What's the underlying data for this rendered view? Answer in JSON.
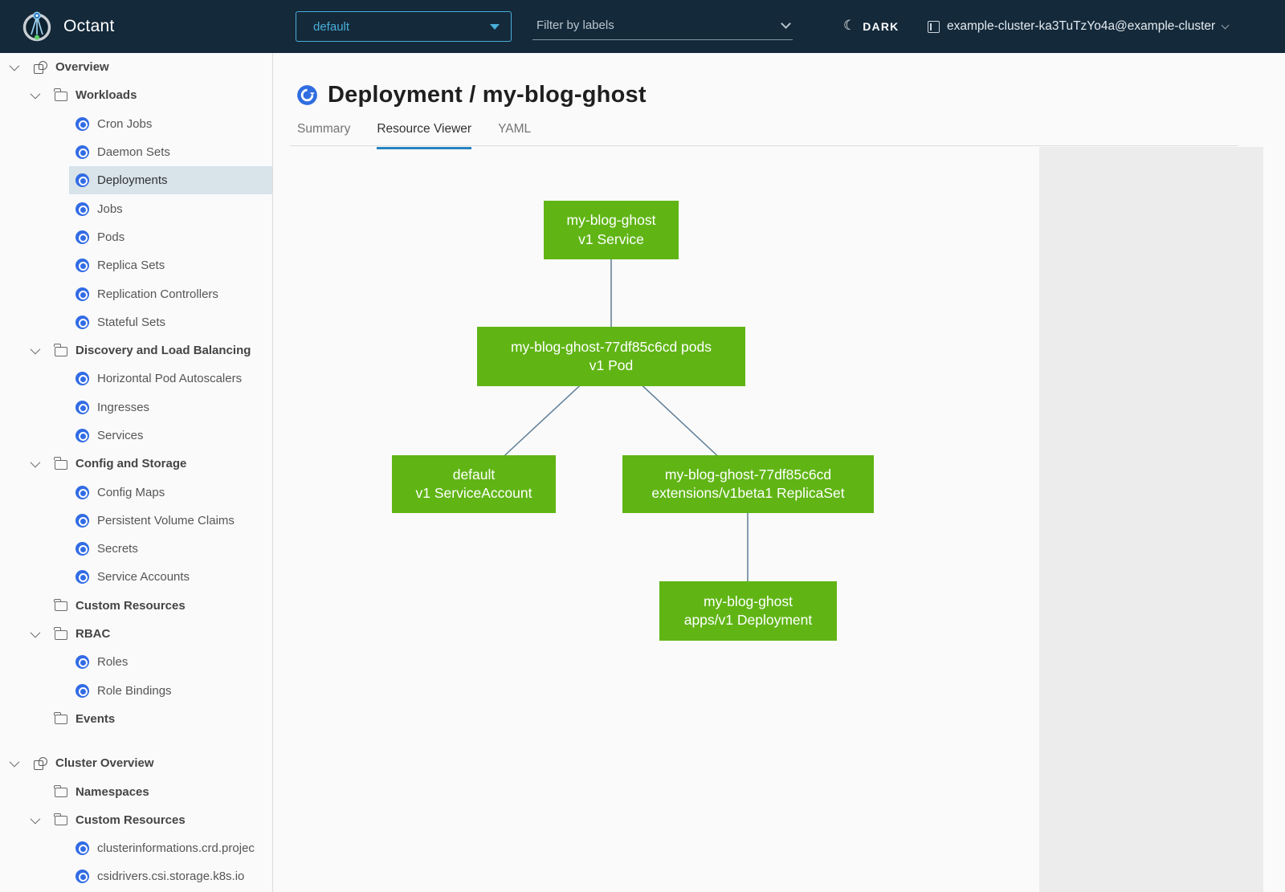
{
  "header": {
    "brand": "Octant",
    "namespace_selector": {
      "value": "default"
    },
    "filter": {
      "placeholder": "Filter by labels"
    },
    "theme_toggle": {
      "label": "DARK"
    },
    "context_selector": {
      "label": "example-cluster-ka3TuTzYo4a@example-cluster"
    }
  },
  "sidebar": {
    "rows": [
      {
        "label": "Overview"
      },
      {
        "label": "Workloads"
      },
      {
        "label": "Cron Jobs"
      },
      {
        "label": "Daemon Sets"
      },
      {
        "label": "Deployments",
        "selected": true
      },
      {
        "label": "Jobs"
      },
      {
        "label": "Pods"
      },
      {
        "label": "Replica Sets"
      },
      {
        "label": "Replication Controllers"
      },
      {
        "label": "Stateful Sets"
      },
      {
        "label": "Discovery and Load Balancing"
      },
      {
        "label": "Horizontal Pod Autoscalers"
      },
      {
        "label": "Ingresses"
      },
      {
        "label": "Services"
      },
      {
        "label": "Config and Storage"
      },
      {
        "label": "Config Maps"
      },
      {
        "label": "Persistent Volume Claims"
      },
      {
        "label": "Secrets"
      },
      {
        "label": "Service Accounts"
      },
      {
        "label": "Custom Resources"
      },
      {
        "label": "RBAC"
      },
      {
        "label": "Roles"
      },
      {
        "label": "Role Bindings"
      },
      {
        "label": "Events"
      },
      {
        "label": "Cluster Overview"
      },
      {
        "label": "Namespaces"
      },
      {
        "label": "Custom Resources"
      },
      {
        "label": "clusterinformations.crd.projec"
      },
      {
        "label": "csidrivers.csi.storage.k8s.io"
      }
    ]
  },
  "main": {
    "title": "Deployment / my-blog-ghost",
    "tabs": [
      {
        "label": "Summary",
        "active": false
      },
      {
        "label": "Resource Viewer",
        "active": true
      },
      {
        "label": "YAML",
        "active": false
      }
    ]
  },
  "graph": {
    "nodes": [
      {
        "id": "service",
        "line1": "my-blog-ghost",
        "line2": "v1 Service"
      },
      {
        "id": "pods",
        "line1": "my-blog-ghost-77df85c6cd pods",
        "line2": "v1 Pod"
      },
      {
        "id": "serviceaccount",
        "line1": "default",
        "line2": "v1 ServiceAccount"
      },
      {
        "id": "replicaset",
        "line1": "my-blog-ghost-77df85c6cd",
        "line2": "extensions/v1beta1 ReplicaSet"
      },
      {
        "id": "deployment",
        "line1": "my-blog-ghost",
        "line2": "apps/v1 Deployment"
      }
    ],
    "edges": [
      [
        "service",
        "pods"
      ],
      [
        "pods",
        "serviceaccount"
      ],
      [
        "pods",
        "replicaset"
      ],
      [
        "replicaset",
        "deployment"
      ]
    ],
    "colors": {
      "node_fill": "#60b515",
      "node_text": "#ffffff",
      "edge": "#5e7d96"
    }
  },
  "colors": {
    "header_bg": "#14293a",
    "accent_blue": "#49afd9",
    "selected_row_bg": "#d8e3ea",
    "resource_icon_blue": "#326ce5",
    "active_tab_underline": "#2583c0",
    "side_panel_bg": "#ececec"
  }
}
